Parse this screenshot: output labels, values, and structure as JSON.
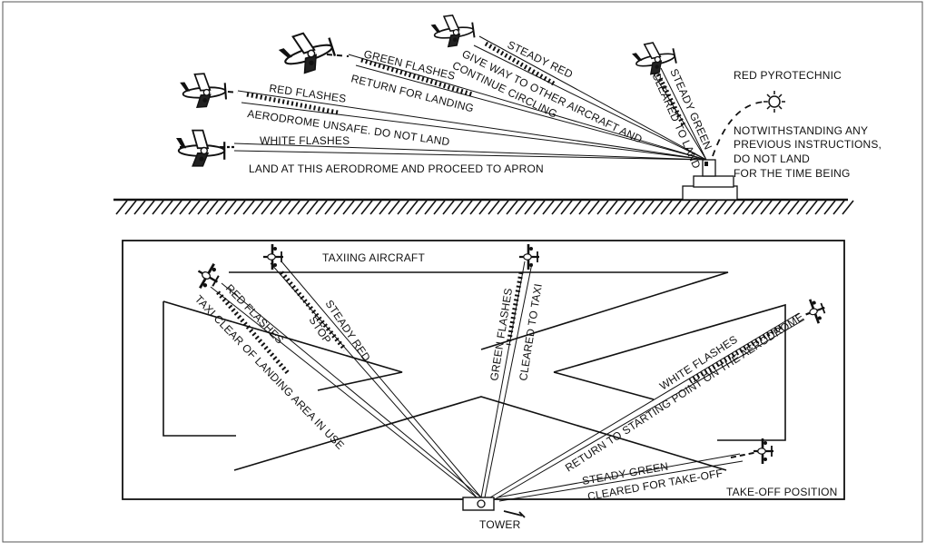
{
  "air": {
    "signals": [
      {
        "color_label": "STEADY RED",
        "meaning": "GIVE WAY TO OTHER AIRCRAFT AND CONTINUE CIRCLING"
      },
      {
        "color_label": "GREEN FLASHES",
        "meaning": "RETURN FOR LANDING"
      },
      {
        "color_label": "RED FLASHES",
        "meaning": "AERODROME UNSAFE. DO NOT LAND"
      },
      {
        "color_label": "WHITE FLASHES",
        "meaning": "LAND AT THIS AERODROME AND PROCEED TO APRON"
      },
      {
        "color_label": "STEADY GREEN",
        "meaning": "CLEARED TO LAND"
      }
    ],
    "pyro": {
      "title": "RED PYROTECHNIC",
      "lines": [
        "NOTWITHSTANDING ANY",
        "PREVIOUS INSTRUCTIONS,",
        "DO NOT LAND",
        "FOR THE TIME BEING"
      ]
    }
  },
  "ground": {
    "taxiing_label": "TAXIING AIRCRAFT",
    "takeoff_label": "TAKE-OFF POSITION",
    "tower_label": "TOWER",
    "signals": [
      {
        "color_label": "RED FLASHES",
        "meaning": "TAXI CLEAR OF LANDING AREA IN USE"
      },
      {
        "color_label": "STEADY RED",
        "meaning": "STOP"
      },
      {
        "color_label": "GREEN FLASHES",
        "meaning": "CLEARED TO TAXI"
      },
      {
        "color_label": "WHITE FLASHES",
        "meaning": "RETURN TO STARTING POINT ON THE AERODROME"
      },
      {
        "color_label": "STEADY GREEN",
        "meaning": "CLEARED FOR TAKE-OFF"
      }
    ]
  }
}
